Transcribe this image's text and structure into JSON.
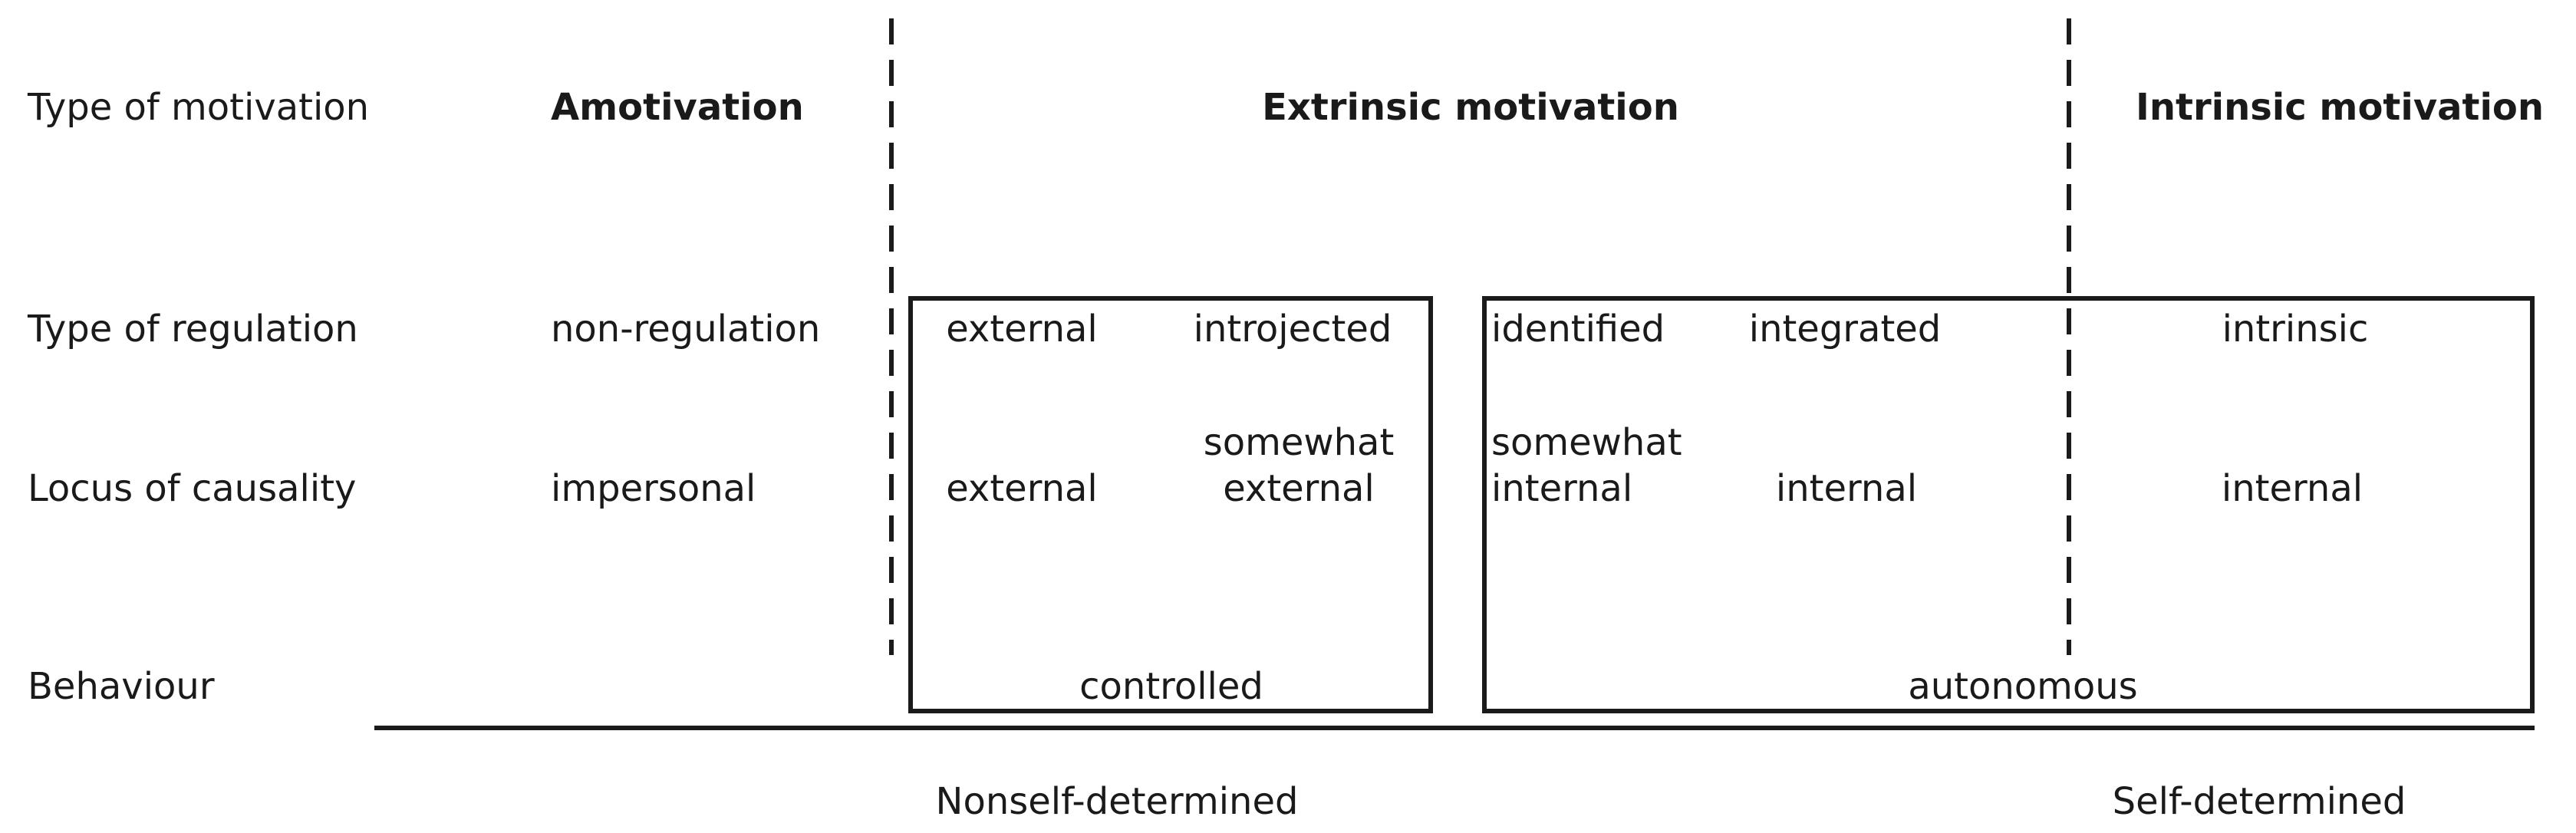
{
  "row_labels": {
    "motivation": "Type of motivation",
    "regulation": "Type of regulation",
    "causality": "Locus of causality",
    "behaviour": "Behaviour"
  },
  "motivation_types": {
    "amotivation": "Amotivation",
    "extrinsic": "Extrinsic motivation",
    "intrinsic": "Intrinsic motivation"
  },
  "regulation_types": {
    "non_regulation": "non-regulation",
    "external": "external",
    "introjected": "introjected",
    "identified": "identified",
    "integrated": "integrated",
    "intrinsic": "intrinsic"
  },
  "causality": {
    "impersonal": "impersonal",
    "external": "external",
    "somewhat_external_line1": "somewhat",
    "somewhat_external_line2": "external",
    "somewhat_internal_line1": "somewhat",
    "somewhat_internal_line2": "internal",
    "internal_integrated": "internal",
    "internal_intrinsic": "internal"
  },
  "behaviour": {
    "controlled": "controlled",
    "autonomous": "autonomous"
  },
  "determination": {
    "nonself": "Nonself-determined",
    "self": "Self-determined"
  }
}
